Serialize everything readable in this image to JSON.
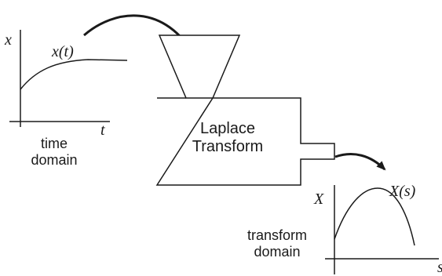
{
  "left_plot": {
    "y_axis_label": "x",
    "x_axis_label": "t",
    "curve_label": "x(t)",
    "caption_line1": "time",
    "caption_line2": "domain"
  },
  "machine": {
    "label_line1": "Laplace",
    "label_line2": "Transform"
  },
  "right_plot": {
    "y_axis_label": "X",
    "x_axis_label": "s",
    "curve_label": "X(s)",
    "caption_line1": "transform",
    "caption_line2": "domain"
  },
  "colors": {
    "stroke": "#1a1a1a",
    "background": "#ffffff"
  }
}
